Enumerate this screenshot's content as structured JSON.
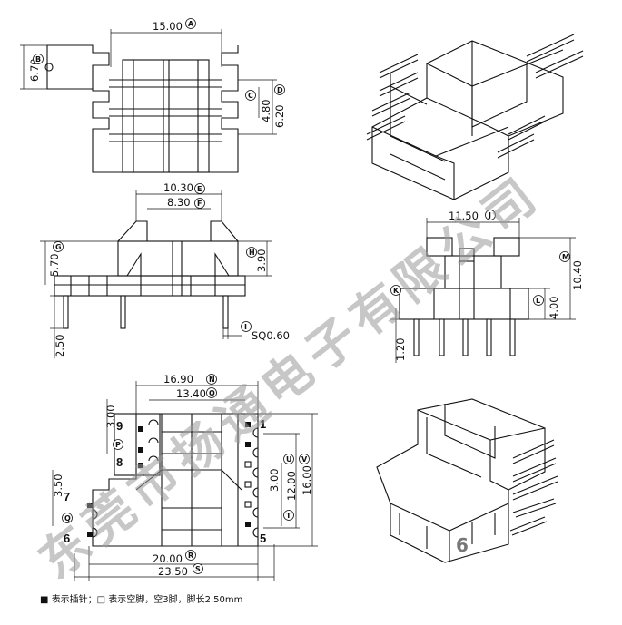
{
  "dimensions": {
    "top_view": {
      "A": "15.00",
      "B": "6.70",
      "C": "4.80",
      "D": "6.20"
    },
    "side_view": {
      "E": "10.30",
      "F": "8.30",
      "G": "5.70",
      "H": "3.90",
      "I": "SQ0.60",
      "pin_len": "2.50"
    },
    "front_view": {
      "J": "11.50",
      "K": "1.20",
      "L": "4.00",
      "M": "10.40"
    },
    "bottom_view": {
      "N": "16.90",
      "O": "13.40",
      "P": "3.00",
      "Q": "3.50",
      "R": "20.00",
      "S": "23.50",
      "T": "3.00",
      "U": "12.00",
      "V": "16.00"
    }
  },
  "labels": {
    "A": "A",
    "B": "B",
    "C": "C",
    "D": "D",
    "E": "E",
    "F": "F",
    "G": "G",
    "H": "H",
    "I": "I",
    "J": "J",
    "K": "K",
    "L": "L",
    "M": "M",
    "N": "N",
    "O": "O",
    "P": "P",
    "Q": "Q",
    "R": "R",
    "S": "S",
    "T": "T",
    "U": "U",
    "V": "V"
  },
  "pins": {
    "p1": "1",
    "p5": "5",
    "p6": "6",
    "p7": "7",
    "p8": "8",
    "p9": "9"
  },
  "note": "■ 表示插针；□ 表示空脚，空3脚，脚长2.50mm",
  "page_number": "6",
  "watermark": [
    "东",
    "莞",
    "市",
    "扬",
    "通",
    "电",
    "子",
    "有",
    "限",
    "公",
    "司"
  ]
}
